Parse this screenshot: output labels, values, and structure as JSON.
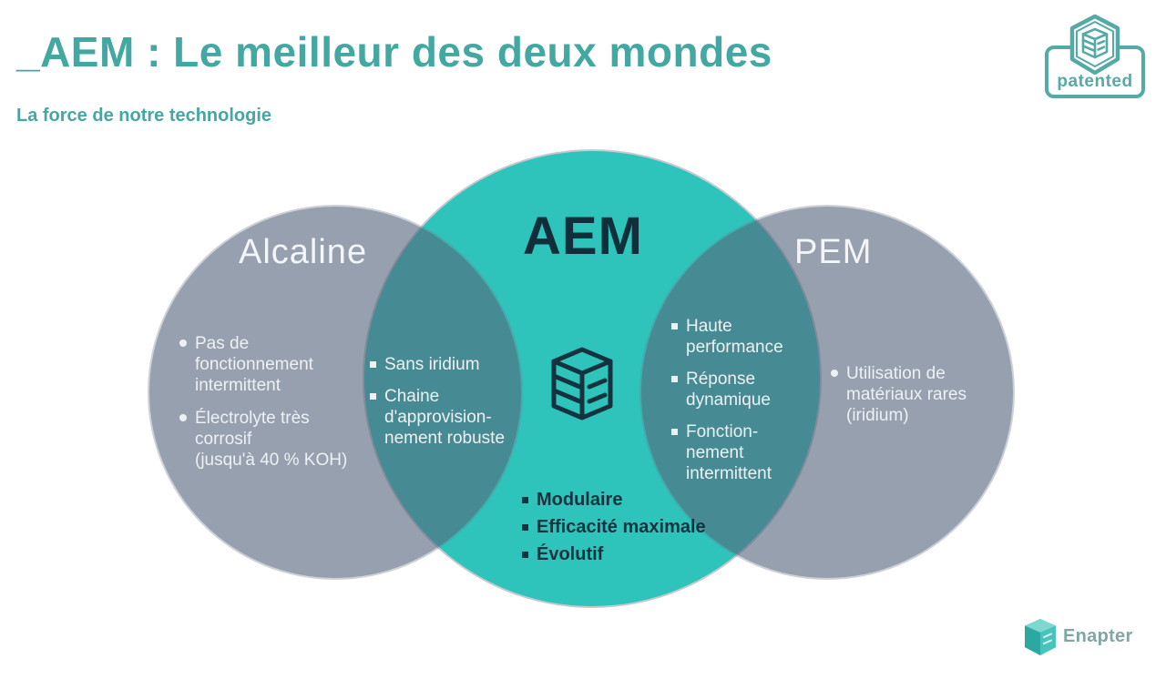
{
  "slide": {
    "title": "_AEM : Le meilleur des deux mondes",
    "subtitle": "La force de notre technologie"
  },
  "badge": {
    "label": "patented"
  },
  "venn": {
    "alcaline": {
      "label": "Alcaline",
      "items": [
        "Pas de\nfonctionnement\nintermittent",
        "Électrolyte très\ncorrosif\n(jusqu'à 40 % KOH)"
      ]
    },
    "alcaline_aem": {
      "items": [
        "Sans iridium",
        "Chaine\nd'approvision-\nnement robuste"
      ]
    },
    "aem": {
      "label": "AEM",
      "items": [
        "Modulaire",
        "Efficacité maximale",
        "Évolutif"
      ]
    },
    "aem_pem": {
      "items": [
        "Haute\nperformance",
        "Réponse\ndynamique",
        "Fonction-\nnement\nintermittent"
      ]
    },
    "pem": {
      "label": "PEM",
      "items": [
        "Utilisation de\nmatériaux rares\n(iridium)"
      ]
    }
  },
  "footer": {
    "brand": "Enapter"
  },
  "colors": {
    "teal_circle": "#2ec4bb",
    "title_teal": "#43a7a2",
    "badge_teal": "#55aaa5",
    "gray_circle": "#9aa3b1",
    "overlap_region": "#5a8c94",
    "dark_navy": "#14333e",
    "light_text": "#eef1f4"
  }
}
